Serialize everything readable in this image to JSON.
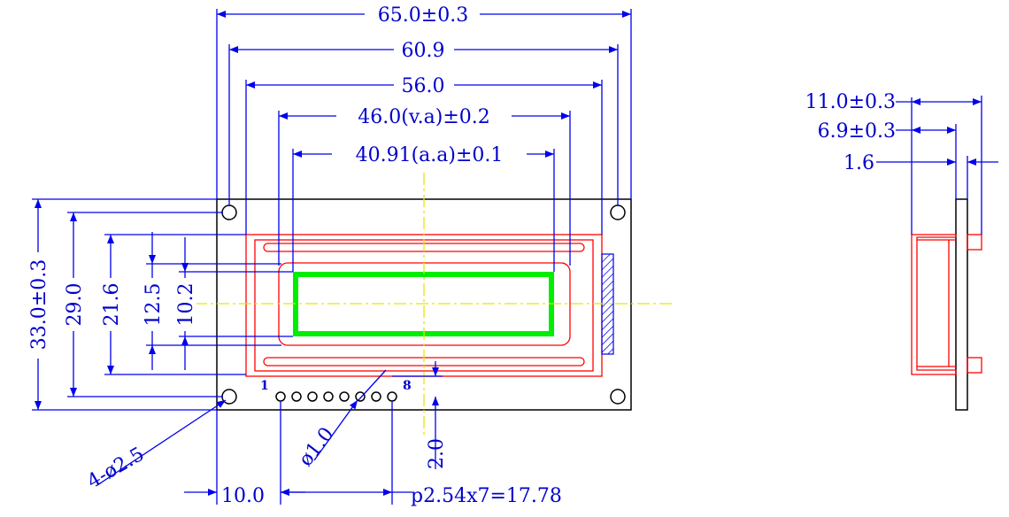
{
  "colors": {
    "dimension": "#0000cc",
    "outline": "#000000",
    "bezel": "#ff0000",
    "active_area": "#00ee00",
    "centerline": "#e6e600"
  },
  "dimensions": {
    "width_overall": "65.0±0.3",
    "width_holes": "60.9",
    "width_bezel": "56.0",
    "width_view": "46.0(v.a)±0.2",
    "width_active": "40.91(a.a)±0.1",
    "height_overall": "33.0±0.3",
    "height_holes": "29.0",
    "height_bezel": "21.6",
    "height_view": "12.5",
    "height_active": "10.2",
    "holes": "4-ø2.5",
    "pin_hole": "ø1.0",
    "pin_offset": "2.0",
    "pin_start": "10.0",
    "pin_pitch": "p2.54x7=17.78",
    "pin_first": "1",
    "pin_last": "8",
    "thickness_total": "11.0±0.3",
    "thickness_module": "6.9±0.3",
    "thickness_pcb": "1.6"
  }
}
